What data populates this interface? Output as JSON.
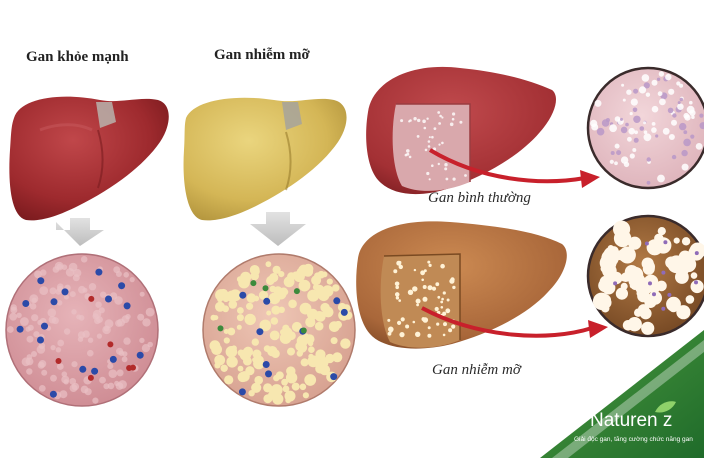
{
  "left_panel": {
    "healthy_title": "Gan khỏe mạnh",
    "fatty_title": "Gan nhiễm mỡ"
  },
  "right_panel": {
    "normal_label": "Gan bình thường",
    "fatty_label": "Gan nhiễm mỡ"
  },
  "logo": {
    "brand": "Naturen z",
    "tagline": "Giải độc gan, tăng cường chức năng gan"
  },
  "colors": {
    "healthy_liver": "#9e2a2e",
    "fatty_liver_yellow": "#d9bd5c",
    "fatty_liver_brown": "#a9673a",
    "healthy_tissue": "#d79aa1",
    "fatty_tissue": "#e8b9a6",
    "arrow_red": "#c8202b",
    "logo_green": "#2e7d32"
  }
}
